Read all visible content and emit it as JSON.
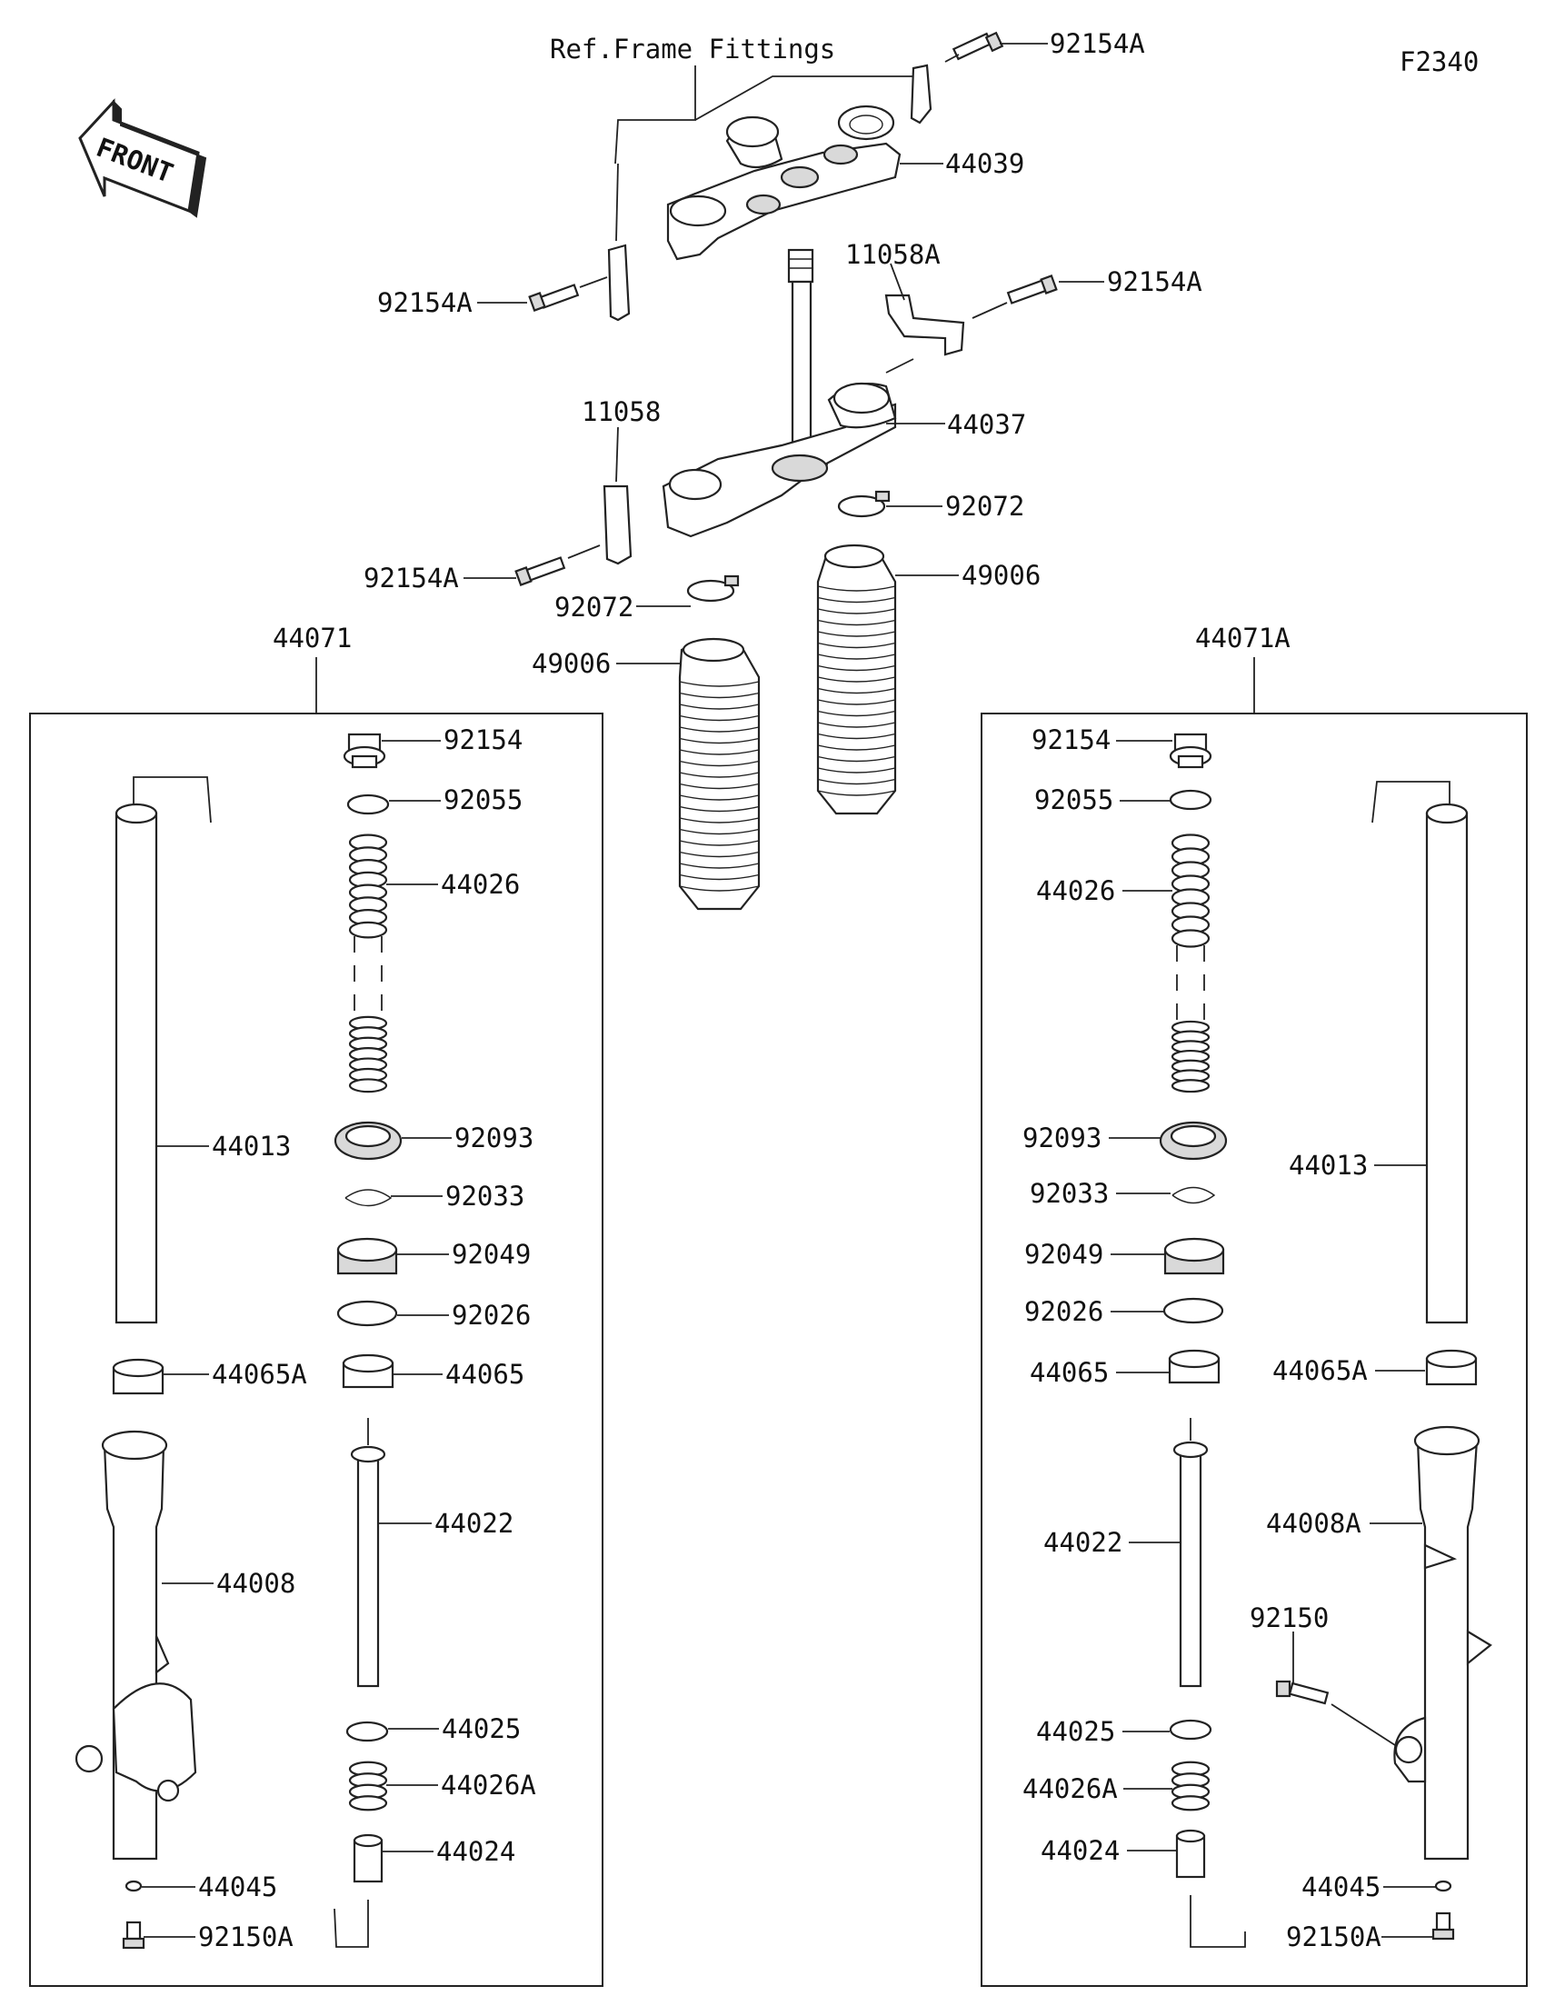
{
  "diagram_code": "F2340",
  "ref_note": "Ref.Frame Fittings",
  "front_arrow_text": "FRONT",
  "group_left": "44071",
  "group_right": "44071A",
  "labels": {
    "p92154A_top": "92154A",
    "p44039": "44039",
    "p92154A_left": "92154A",
    "p11058A": "11058A",
    "p92154A_right": "92154A",
    "p11058": "11058",
    "p44037": "44037",
    "p92072_right": "92072",
    "p92154A_lower": "92154A",
    "p49006_right": "49006",
    "p92072_left": "92072",
    "p49006_left": "49006",
    "L_92154": "92154",
    "L_92055": "92055",
    "L_44026": "44026",
    "L_44013": "44013",
    "L_92093": "92093",
    "L_92033": "92033",
    "L_92049": "92049",
    "L_92026": "92026",
    "L_44065A": "44065A",
    "L_44065": "44065",
    "L_44022": "44022",
    "L_44008": "44008",
    "L_44025": "44025",
    "L_44026A": "44026A",
    "L_44024": "44024",
    "L_44045": "44045",
    "L_92150A": "92150A",
    "R_92154": "92154",
    "R_92055": "92055",
    "R_44026": "44026",
    "R_92093": "92093",
    "R_44013": "44013",
    "R_92033": "92033",
    "R_92049": "92049",
    "R_92026": "92026",
    "R_44065": "44065",
    "R_44065A": "44065A",
    "R_44022": "44022",
    "R_44008A": "44008A",
    "R_92150": "92150",
    "R_44025": "44025",
    "R_44026A": "44026A",
    "R_44024": "44024",
    "R_44045": "44045",
    "R_92150A": "92150A"
  }
}
